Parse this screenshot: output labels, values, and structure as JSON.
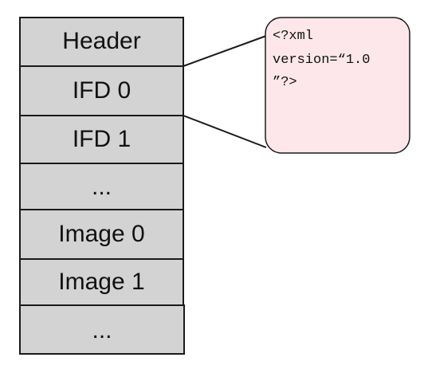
{
  "diagram": {
    "stack_cells": [
      {
        "label": "Header"
      },
      {
        "label": "IFD 0"
      },
      {
        "label": "IFD 1"
      },
      {
        "label": "..."
      },
      {
        "label": "Image 0"
      },
      {
        "label": "Image 1"
      },
      {
        "label": "..."
      }
    ],
    "callout": {
      "lines": [
        "<?xml",
        "version=“1.0",
        "”?>"
      ]
    },
    "colors": {
      "cell_fill": "#d3d3d3",
      "cell_stroke": "#1a1a1a",
      "callout_fill": "#fde7ea",
      "callout_stroke": "#1a1a1a"
    }
  }
}
